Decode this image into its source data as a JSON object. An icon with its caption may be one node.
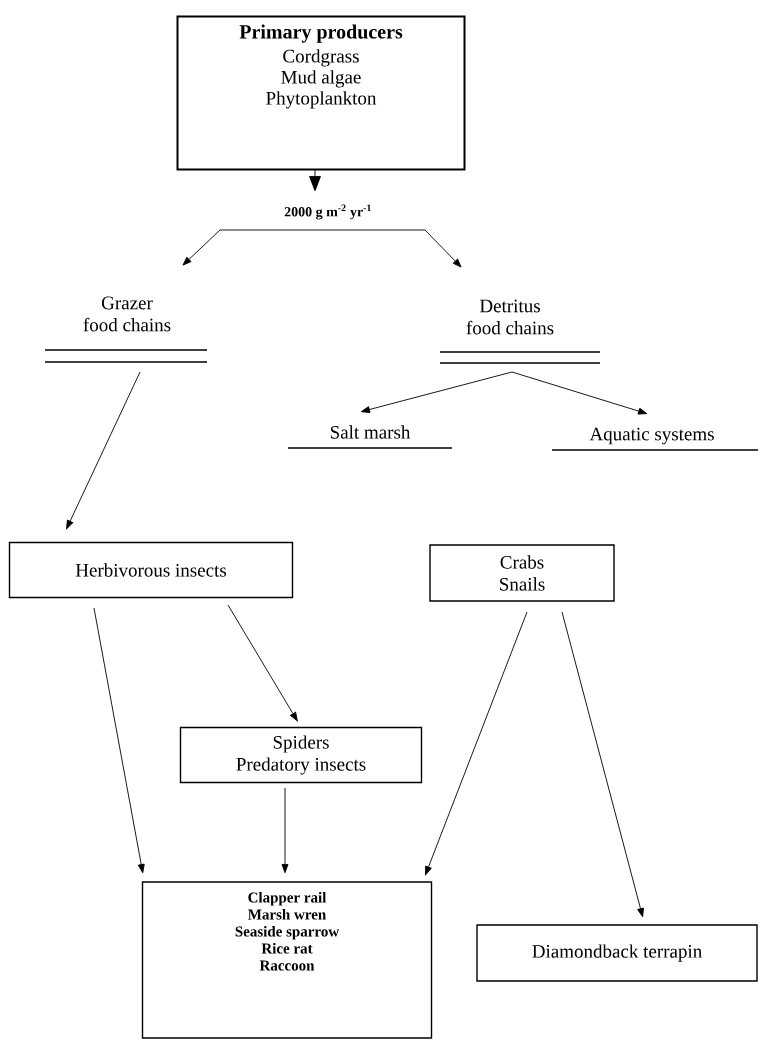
{
  "diagram": {
    "nodes": [
      {
        "text": [
          "Primary producers",
          "Cordgrass",
          "Mud algae",
          "Phytoplankton"
        ]
      },
      {
        "text": [
          "2000 g m$^{-2}$ yr$^{-1}$"
        ]
      },
      {
        "text": [
          "Grazer",
          "food chains"
        ]
      },
      {
        "text": [
          "Detritus",
          "food chains"
        ]
      },
      {
        "text": [
          "Salt marsh"
        ]
      },
      {
        "text": [
          "Aquatic systems"
        ]
      },
      {
        "text": [
          "Herbivorous insects"
        ]
      },
      {
        "text": [
          "Crabs",
          "Snails"
        ]
      },
      {
        "text": [
          "Spiders",
          "Predatory insects"
        ]
      },
      {
        "text": [
          "Clapper rail",
          "Marsh wren",
          "Seaside sparrow",
          "Rice rat",
          "Raccoon"
        ]
      },
      {
        "text": [
          "Diamondback terrapin"
        ]
      }
    ],
    "edges": [
      {
        "from": 0,
        "to": 1,
        "arrow": "to"
      },
      {
        "from": 1,
        "to": 2,
        "arrow": "to"
      },
      {
        "from": 1,
        "to": 3,
        "arrow": "to"
      },
      {
        "from": 3,
        "to": 4,
        "arrow": "to"
      },
      {
        "from": 3,
        "to": 5,
        "arrow": "to"
      },
      {
        "from": 2,
        "to": 6,
        "arrow": "to"
      },
      {
        "from": 6,
        "to": 9,
        "arrow": "to"
      },
      {
        "from": 6,
        "to": 8,
        "arrow": "to"
      },
      {
        "from": 8,
        "to": 9,
        "arrow": "to"
      },
      {
        "from": 7,
        "to": 9,
        "arrow": "to"
      },
      {
        "from": 7,
        "to": 10,
        "arrow": "to"
      }
    ]
  }
}
